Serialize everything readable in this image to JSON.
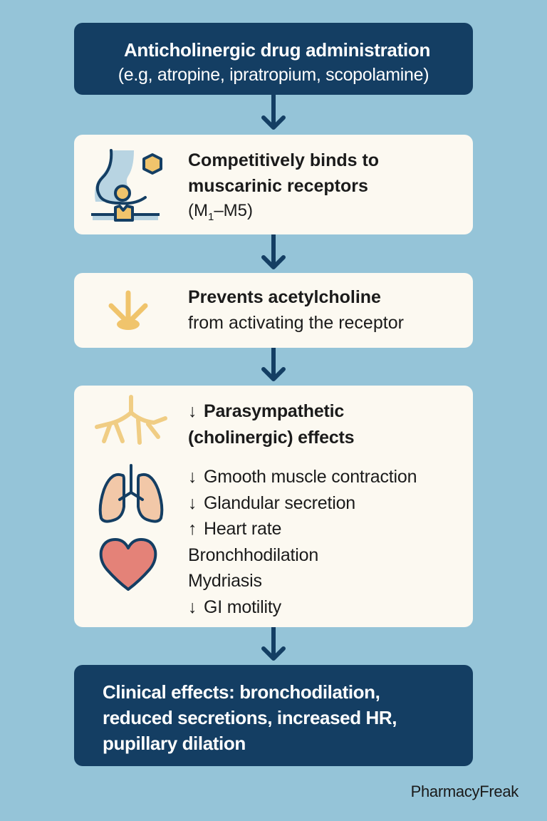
{
  "colors": {
    "background": "#95c4d8",
    "dark_box": "#143e63",
    "light_box": "#fcf9f1",
    "arrow": "#143e63",
    "accent_yellow": "#f0c46c",
    "lung_fill": "#f2c8a8",
    "heart_fill": "#e48278"
  },
  "steps": [
    {
      "id": "administration",
      "title": "Anticholinergic drug administration",
      "subtitle": "(e.g, atropine, ipratropium, scopolamine)"
    },
    {
      "id": "binding",
      "icon": "receptor-binding-icon",
      "line1": "Competitively binds to",
      "line2": "muscarinic receptors",
      "line3_prefix": "(M",
      "line3_sub": "1",
      "line3_suffix": "–M5)"
    },
    {
      "id": "blocking",
      "icon": "blocked-acetylcholine-icon",
      "line1": "Prevents acetylcholine",
      "line2": "from activating the receptor"
    },
    {
      "id": "effects",
      "icons": [
        "bronchi-icon",
        "lungs-icon",
        "heart-icon"
      ],
      "heading_mark": "↓",
      "heading_line1": "Parasympathetic",
      "heading_line2": "(cholinergic) effects",
      "items": [
        {
          "mark": "↓",
          "text": "Gmooth muscle contraction"
        },
        {
          "mark": "↓",
          "text": "Glandular secretion"
        },
        {
          "mark": "↑",
          "text": "Heart rate"
        },
        {
          "mark": "",
          "text": "Bronchhodilation"
        },
        {
          "mark": "",
          "text": "Mydriasis"
        },
        {
          "mark": "↓",
          "text": "GI motility"
        }
      ]
    },
    {
      "id": "clinical",
      "line1": "Clinical effects: bronchodilation,",
      "line2": "reduced secretions, increased HR,",
      "line3": "pupillary dilation"
    }
  ],
  "footer": {
    "brand": "PharmacyFreak"
  }
}
